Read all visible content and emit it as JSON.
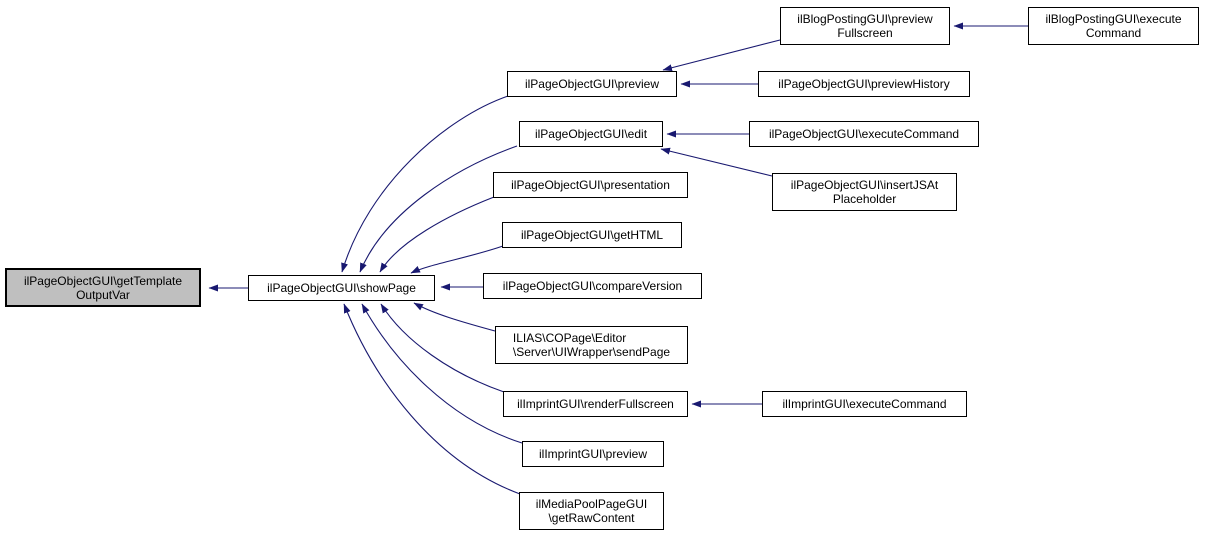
{
  "diagram": {
    "type": "call-graph",
    "colors": {
      "edge": "#191970",
      "node_border": "#000000",
      "node_fill": "#ffffff",
      "current_node_fill": "#bfbfbf",
      "background": "#ffffff"
    },
    "nodes": {
      "getTemplateOutputVar": {
        "label": "ilPageObjectGUI\\getTemplate\nOutputVar",
        "current": true
      },
      "showPage": {
        "label": "ilPageObjectGUI\\showPage"
      },
      "preview": {
        "label": "ilPageObjectGUI\\preview"
      },
      "blogPreviewFullscreen": {
        "label": "ilBlogPostingGUI\\preview\nFullscreen"
      },
      "blogExecuteCommand": {
        "label": "ilBlogPostingGUI\\execute\nCommand"
      },
      "previewHistory": {
        "label": "ilPageObjectGUI\\previewHistory"
      },
      "edit": {
        "label": "ilPageObjectGUI\\edit"
      },
      "pageExecuteCommand": {
        "label": "ilPageObjectGUI\\executeCommand"
      },
      "insertJSAtPlaceholder": {
        "label": "ilPageObjectGUI\\insertJSAt\nPlaceholder"
      },
      "presentation": {
        "label": "ilPageObjectGUI\\presentation"
      },
      "getHTML": {
        "label": "ilPageObjectGUI\\getHTML"
      },
      "compareVersion": {
        "label": "ilPageObjectGUI\\compareVersion"
      },
      "sendPage": {
        "label": "ILIAS\\COPage\\Editor\n\\Server\\UIWrapper\\sendPage"
      },
      "renderFullscreen": {
        "label": "ilImprintGUI\\renderFullscreen"
      },
      "imprintExecuteCommand": {
        "label": "ilImprintGUI\\executeCommand"
      },
      "imprintPreview": {
        "label": "ilImprintGUI\\preview"
      },
      "getRawContent": {
        "label": "ilMediaPoolPageGUI\n\\getRawContent"
      }
    },
    "edges": [
      {
        "from": "showPage",
        "to": "getTemplateOutputVar"
      },
      {
        "from": "preview",
        "to": "showPage"
      },
      {
        "from": "edit",
        "to": "showPage"
      },
      {
        "from": "presentation",
        "to": "showPage"
      },
      {
        "from": "getHTML",
        "to": "showPage"
      },
      {
        "from": "compareVersion",
        "to": "showPage"
      },
      {
        "from": "sendPage",
        "to": "showPage"
      },
      {
        "from": "renderFullscreen",
        "to": "showPage"
      },
      {
        "from": "imprintPreview",
        "to": "showPage"
      },
      {
        "from": "getRawContent",
        "to": "showPage"
      },
      {
        "from": "previewHistory",
        "to": "preview"
      },
      {
        "from": "blogPreviewFullscreen",
        "to": "preview"
      },
      {
        "from": "blogExecuteCommand",
        "to": "blogPreviewFullscreen"
      },
      {
        "from": "pageExecuteCommand",
        "to": "edit"
      },
      {
        "from": "insertJSAtPlaceholder",
        "to": "edit"
      },
      {
        "from": "imprintExecuteCommand",
        "to": "renderFullscreen"
      }
    ]
  }
}
